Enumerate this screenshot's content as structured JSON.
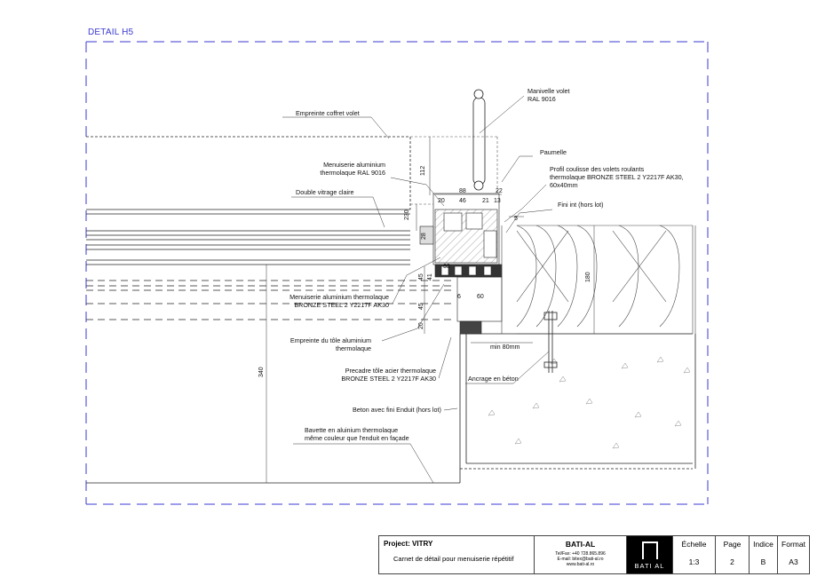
{
  "title": "DETAIL H5",
  "colors": {
    "frame": "#3a3ad0",
    "line": "#222222",
    "hatch": "#888888"
  },
  "annotations": {
    "manivelle": [
      "Manivelle volet",
      "RAL 9016"
    ],
    "empreinte_coffret": "Empreinte coffret volet",
    "paumelle": "Paumelle",
    "profil_coulisse": [
      "Profil coulisse des volets roulants",
      "thermolaque BRONZE STEEL 2 Y2217F AK30,",
      "60x40mm"
    ],
    "menuiserie_ral": [
      "Menuiserie aluminium",
      "thermolaque RAL 9016"
    ],
    "double_vitrage": "Double vitrage claire",
    "fini_int": "Fini int (hors lot)",
    "menuiserie_bronze": [
      "Menuiserie aluminium thermolaque",
      "BRONZE STEEL 2 Y2217F AK30"
    ],
    "empreinte_tole": [
      "Empreinte du tôle aluminium",
      "thermolaque"
    ],
    "min80": "min 80mm",
    "precadre": [
      "Precadre tôle acier thermolaque",
      "BRONZE STEEL 2 Y2217F AK30"
    ],
    "ancrage": "Ancrage en béton",
    "beton": "Beton avec fini Enduit (hors lot)",
    "bavette": [
      "Bavette en aluinium thermolaque",
      "même couleur que l'enduit en façade"
    ]
  },
  "dimensions": {
    "d112": "112",
    "d88": "88",
    "d20": "20",
    "d46": "46",
    "d22": "22",
    "d21": "21",
    "d13": "13",
    "d5": "5",
    "d230": "230",
    "d28": "28",
    "d33": "33",
    "d45a": "45",
    "d41": "41",
    "d6": "6",
    "d60": "60",
    "d45b": "45",
    "d20b": "20",
    "d180": "180",
    "d340": "340"
  },
  "titleblock": {
    "project_label": "Project:",
    "project_name": "VITRY",
    "description": "Carnet de détail pour menuiserie répétitif",
    "company": "BATI-AL",
    "contact": [
      "Tel/Fax: +40 728.865.896",
      "E-mail: bitex@bati-al.ro",
      "www.bati-al.ro"
    ],
    "logo_text": "BATI AL",
    "echelle_label": "Échelle",
    "echelle_value": "1:3",
    "page_label": "Page",
    "page_value": "2",
    "indice_label": "Indice",
    "indice_value": "B",
    "format_label": "Format",
    "format_value": "A3"
  }
}
